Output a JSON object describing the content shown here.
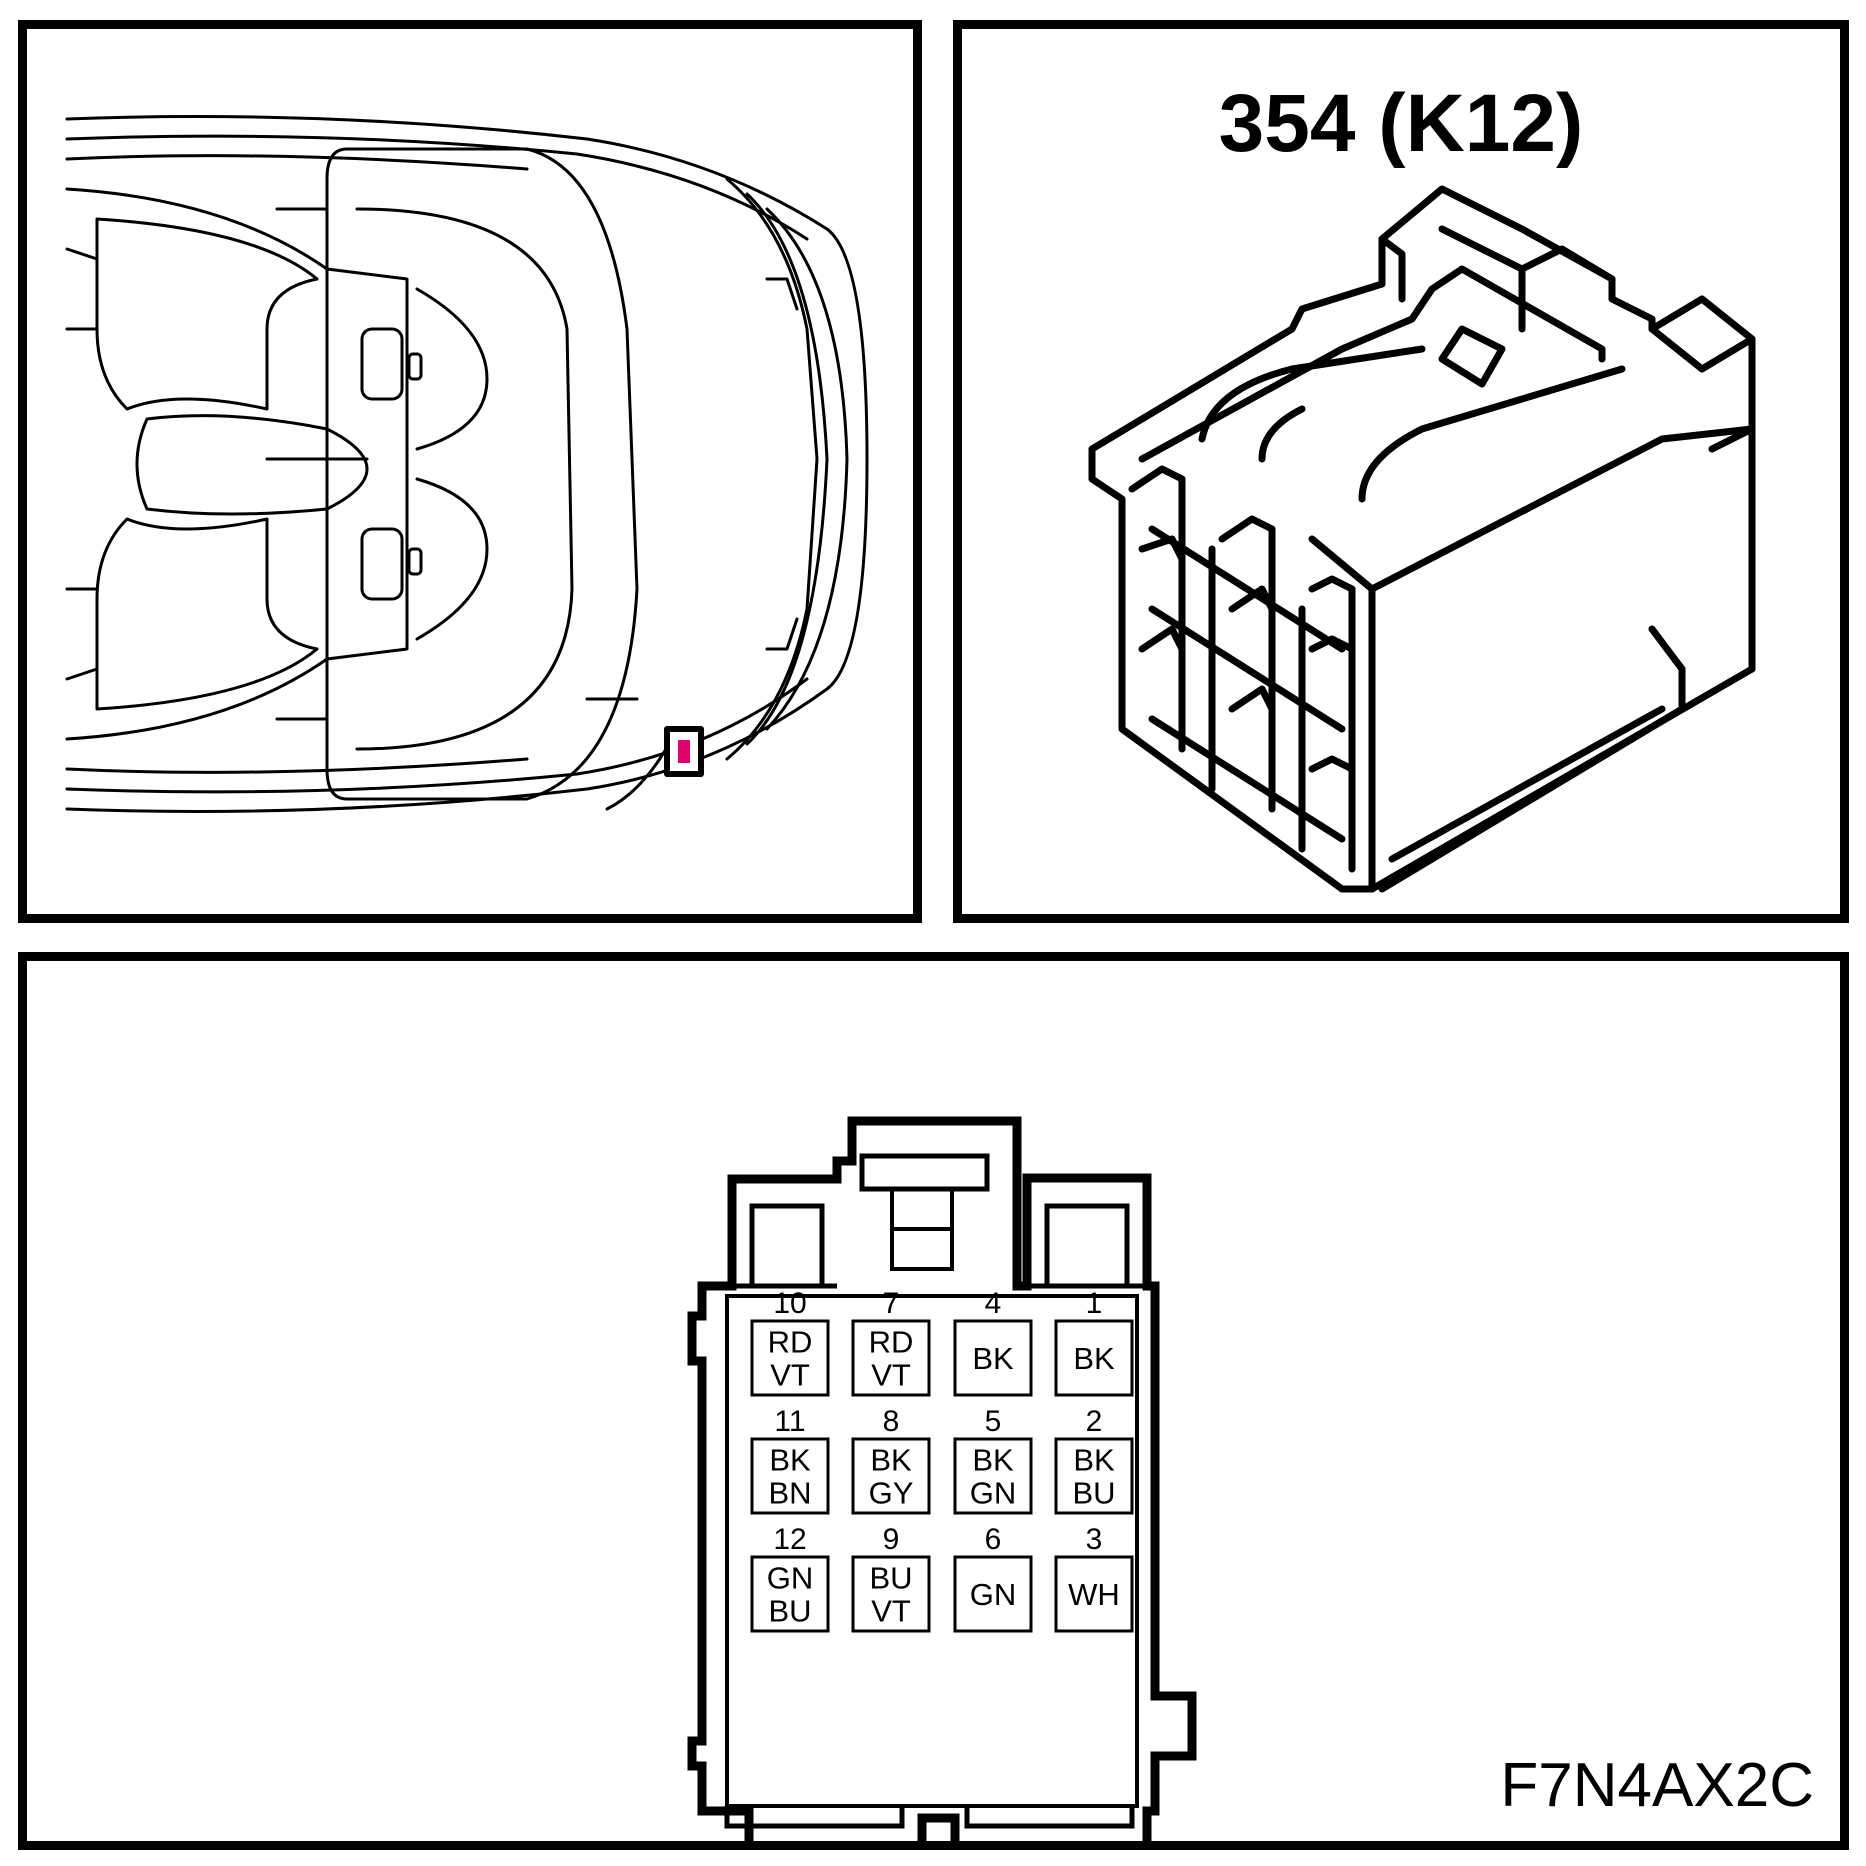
{
  "connector_view": {
    "title": "354 (K12)"
  },
  "pinout": {
    "diagram_code": "F7N4AX2C",
    "location_marker_color": "#e0006f",
    "pins": [
      {
        "num": "10",
        "colors": [
          "RD",
          "VT"
        ]
      },
      {
        "num": "7",
        "colors": [
          "RD",
          "VT"
        ]
      },
      {
        "num": "4",
        "colors": [
          "BK"
        ]
      },
      {
        "num": "1",
        "colors": [
          "BK"
        ]
      },
      {
        "num": "11",
        "colors": [
          "BK",
          "BN"
        ]
      },
      {
        "num": "8",
        "colors": [
          "BK",
          "GY"
        ]
      },
      {
        "num": "5",
        "colors": [
          "BK",
          "GN"
        ]
      },
      {
        "num": "2",
        "colors": [
          "BK",
          "BU"
        ]
      },
      {
        "num": "12",
        "colors": [
          "GN",
          "BU"
        ]
      },
      {
        "num": "9",
        "colors": [
          "BU",
          "VT"
        ]
      },
      {
        "num": "6",
        "colors": [
          "GN"
        ]
      },
      {
        "num": "3",
        "colors": [
          "WH"
        ]
      }
    ]
  }
}
